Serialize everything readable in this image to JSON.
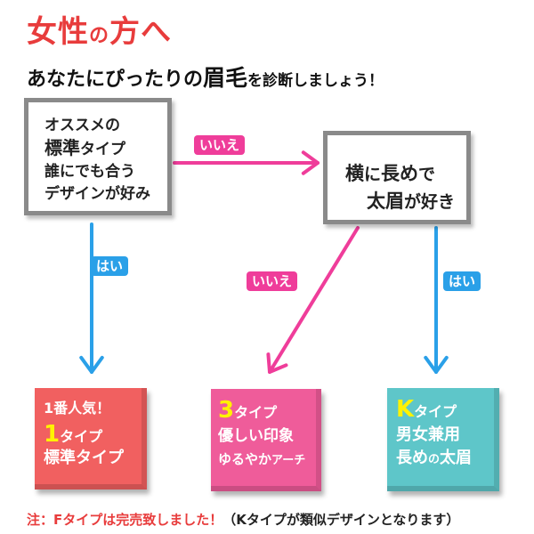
{
  "title": {
    "line1_a": "女性",
    "line1_b": "の",
    "line1_c": "方へ",
    "line2_a": "あなたにぴったりの",
    "line2_b": "眉毛",
    "line2_c": "を診断しましょう！"
  },
  "questions": {
    "q1": {
      "l1": "オススメの",
      "l2_big": "標準",
      "l2_rest": "タイプ",
      "l3": "誰にでも合う",
      "l4": "デザインが好み"
    },
    "q2": {
      "l1_a": "横",
      "l1_b": "に",
      "l1_c": "長め",
      "l1_d": "で",
      "l2_a": "太眉",
      "l2_b": "が好き"
    }
  },
  "answers": {
    "no": "いいえ",
    "yes": "はい"
  },
  "results": {
    "r1": {
      "l1": "1番人気！",
      "num": "1",
      "l2_rest": "タイプ",
      "l3": "標準タイプ"
    },
    "r2": {
      "num": "3",
      "l1_rest": "タイプ",
      "l2": "優しい印象",
      "l3_a": "ゆるやか",
      "l3_b": "アーチ"
    },
    "r3": {
      "num": "K",
      "l1_rest": "タイプ",
      "l2": "男女兼用",
      "l3_a": "長め",
      "l3_b": "の",
      "l3_c": "太眉"
    }
  },
  "footer": {
    "note": "注：Fタイプは完売致しました！",
    "sub": "（Kタイプが類似デザインとなります）"
  },
  "colors": {
    "pink_arrow": "#ef3d9a",
    "blue_arrow": "#2aa0e8"
  }
}
